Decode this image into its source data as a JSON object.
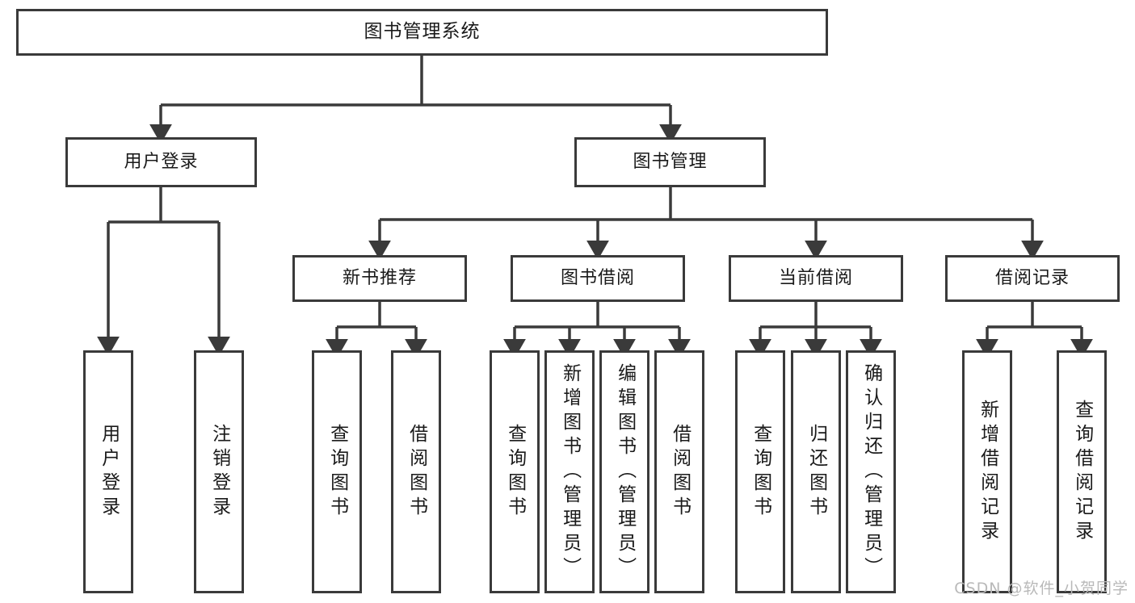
{
  "diagram": {
    "title": "图书管理系统",
    "type": "tree-hierarchy-chart",
    "root": {
      "label": "图书管理系统"
    },
    "level2": [
      {
        "label": "用户登录"
      },
      {
        "label": "图书管理"
      }
    ],
    "level3": [
      {
        "label": "新书推荐"
      },
      {
        "label": "图书借阅"
      },
      {
        "label": "当前借阅"
      },
      {
        "label": "借阅记录"
      }
    ],
    "leaves": {
      "user_login": [
        {
          "label": "用户登录"
        },
        {
          "label": "注销登录"
        }
      ],
      "new_book_recommend": [
        {
          "label": "查询图书"
        },
        {
          "label": "借阅图书"
        }
      ],
      "book_borrow": [
        {
          "label": "查询图书"
        },
        {
          "label": "新增图书（管理员）"
        },
        {
          "label": "编辑图书（管理员）"
        },
        {
          "label": "借阅图书"
        }
      ],
      "current_borrow": [
        {
          "label": "查询图书"
        },
        {
          "label": "归还图书"
        },
        {
          "label": "确认归还（管理员）"
        }
      ],
      "borrow_record": [
        {
          "label": "新增借阅记录"
        },
        {
          "label": "查询借阅记录"
        }
      ]
    }
  },
  "watermark": {
    "text": "CSDN @软件_小贺同学"
  },
  "colors": {
    "stroke": "#3a3a3a",
    "fill": "#ffffff",
    "text": "#1a1a1a",
    "watermark": "#b9b9b9"
  }
}
